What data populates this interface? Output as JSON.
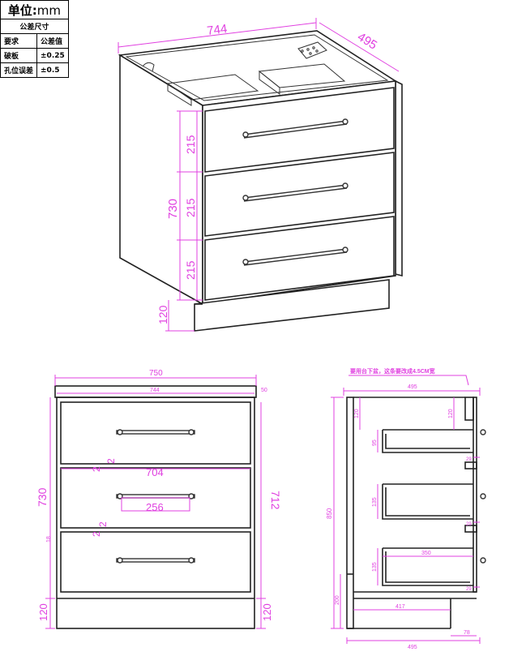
{
  "spec_table": {
    "unit_label": "单位:",
    "unit_value": "mm",
    "header": "公差尺寸",
    "col1_header": "要求",
    "col2_header": "公差值",
    "rows": [
      {
        "item": "破板",
        "value": "±0.25"
      },
      {
        "item": "孔位误差",
        "value": "±0.5"
      }
    ]
  },
  "iso_view": {
    "width_dim": "744",
    "depth_dim": "495",
    "height_dim": "730",
    "drawer_dims": [
      "215",
      "215",
      "215"
    ],
    "plinth_dim": "120"
  },
  "front_view": {
    "overall_width": "750",
    "inner_width": "744",
    "top_gap": "50",
    "height_dim": "730",
    "inner_height": "712",
    "drawer_width": "704",
    "gap_labels": [
      "2",
      "2",
      "2",
      "2"
    ],
    "handle_spacing": "256",
    "side_label": "18",
    "plinth_left": "120",
    "plinth_right": "120"
  },
  "side_view": {
    "note": "要用台下盆，这条要改成4.5CM宽",
    "top_depth": "495",
    "total_height": "850",
    "top_rail": "120",
    "back_rail": "120",
    "drawer_heights": [
      "95",
      "135",
      "135"
    ],
    "drawer_gap": "29",
    "slide_depth": "350",
    "plinth_height": "200",
    "plinth_depth": "417",
    "toe_recess": "78",
    "bottom_depth": "495"
  }
}
